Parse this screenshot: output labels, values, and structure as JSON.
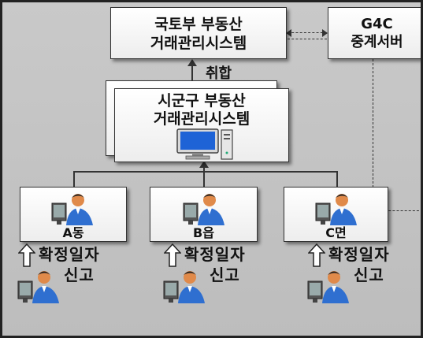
{
  "ministry_system": {
    "line1": "국토부 부동산",
    "line2": "거래관리시스템"
  },
  "g4c_server": {
    "line1": "G4C",
    "line2": "중계서버"
  },
  "aggregate_label": "취합",
  "city_system": {
    "line1": "시군구 부동산",
    "line2": "거래관리시스템"
  },
  "offices": [
    {
      "name": "A동"
    },
    {
      "name": "B읍"
    },
    {
      "name": "C면"
    }
  ],
  "report": {
    "line1": "확정일자",
    "line2": "신고"
  },
  "colors": {
    "background": "#c4c4c4",
    "box_border": "#333333",
    "monitor_screen": "#1e63d6",
    "person_shirt": "#2f6fd0",
    "person_skin": "#e08a4a"
  },
  "icons": [
    "computer-icon",
    "person-at-computer-icon",
    "up-arrow-icon"
  ]
}
